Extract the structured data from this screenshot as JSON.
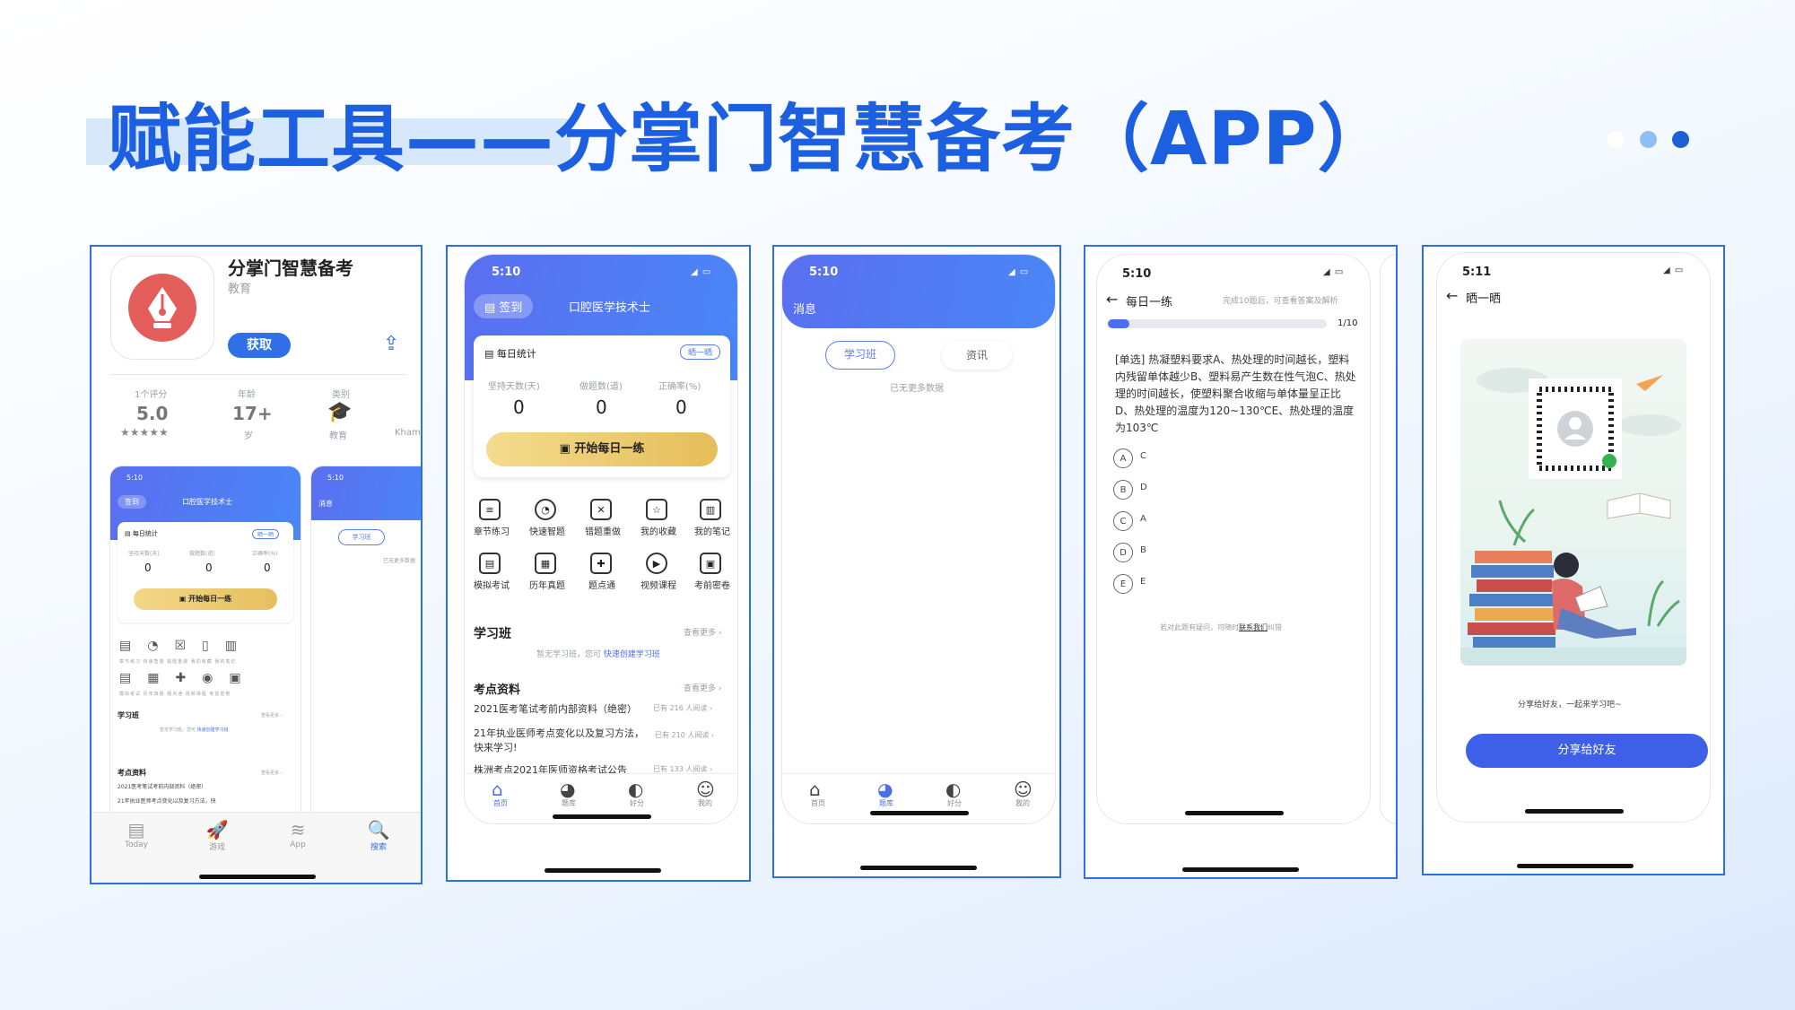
{
  "slide": {
    "title": "赋能工具——分掌门智慧备考（APP）",
    "dots": [
      "#ffffff",
      "#8fc0f5",
      "#1e5fd6"
    ]
  },
  "appstore": {
    "app_name": "分掌门智慧备考",
    "category": "教育",
    "get": "获取",
    "ratings_label": "1个评分",
    "rating": "5.0",
    "stars": "★★★★★",
    "age_label": "年龄",
    "age": "17+",
    "age_unit": "岁",
    "cat_label": "类别",
    "cat_val": "教育",
    "kham": "Kham",
    "tabs": [
      {
        "label": "Today",
        "icon": "▤"
      },
      {
        "label": "游戏",
        "icon": "🚀"
      },
      {
        "label": "App",
        "icon": "≋"
      },
      {
        "label": "搜索",
        "icon": "🔍"
      }
    ]
  },
  "home": {
    "time": "5:10",
    "checkin": "签到",
    "course": "口腔医学技术士",
    "daily_stats": "每日统计",
    "share": "晒一晒",
    "stats": [
      {
        "label": "坚持天数(天)",
        "value": "0"
      },
      {
        "label": "做题数(道)",
        "value": "0"
      },
      {
        "label": "正确率(%)",
        "value": "0"
      }
    ],
    "start": "开始每日一练",
    "grid": [
      {
        "label": "章节练习",
        "icon": "≡"
      },
      {
        "label": "快速智题",
        "icon": "◔"
      },
      {
        "label": "错题重做",
        "icon": "✕"
      },
      {
        "label": "我的收藏",
        "icon": "☆"
      },
      {
        "label": "我的笔记",
        "icon": "▥"
      },
      {
        "label": "模拟考试",
        "icon": "▤"
      },
      {
        "label": "历年真题",
        "icon": "▦"
      },
      {
        "label": "题点通",
        "icon": "✚"
      },
      {
        "label": "视频课程",
        "icon": "▶"
      },
      {
        "label": "考前密卷",
        "icon": "▣"
      }
    ],
    "class": "学习班",
    "more": "查看更多 ›",
    "class_empty": "暂无学习班，您可",
    "class_link": "快速创建学习班",
    "materials": "考点资料",
    "mat_items": [
      {
        "title": "2021医考笔试考前内部资料（绝密）",
        "meta": "已有 216 人阅读 ›"
      },
      {
        "title": "21年执业医师考点变化以及复习方法，快来学习!",
        "meta": "已有 210 人阅读 ›"
      },
      {
        "title": "株洲考点2021年医师资格考试公告",
        "meta": "已有 133 人阅读 ›"
      }
    ],
    "nav": [
      {
        "label": "首页",
        "icon": "⌂"
      },
      {
        "label": "题库",
        "icon": "◕"
      },
      {
        "label": "好分",
        "icon": "◐"
      },
      {
        "label": "我的",
        "icon": "☺"
      }
    ]
  },
  "messages": {
    "time": "5:10",
    "title": "消息",
    "tabs": [
      "学习班",
      "资讯"
    ],
    "empty": "已无更多数据"
  },
  "daily": {
    "time": "5:10",
    "title": "每日一练",
    "hint": "完成10题后，可查看答案及解析",
    "progress": 0.1,
    "count": "1/10",
    "question": "[单选] 热凝塑料要求A、热处理的时间越长，塑料内残留单体越少B、塑料易产生数在性气泡C、热处理的时间越长，使塑料聚合收缩与单体量呈正比D、热处理的温度为120~130℃E、热处理的温度为103℃",
    "options": [
      {
        "letter": "A",
        "text": "C"
      },
      {
        "letter": "B",
        "text": "D"
      },
      {
        "letter": "C",
        "text": "A"
      },
      {
        "letter": "D",
        "text": "B"
      },
      {
        "letter": "E",
        "text": "E"
      }
    ],
    "footer": "若对此题有疑问，可随时",
    "footer_link": "联系我们",
    "footer_end": "纠错"
  },
  "share": {
    "time": "5:11",
    "title": "晒一晒",
    "caption": "分享给好友，一起来学习吧~",
    "button": "分享给好友"
  }
}
